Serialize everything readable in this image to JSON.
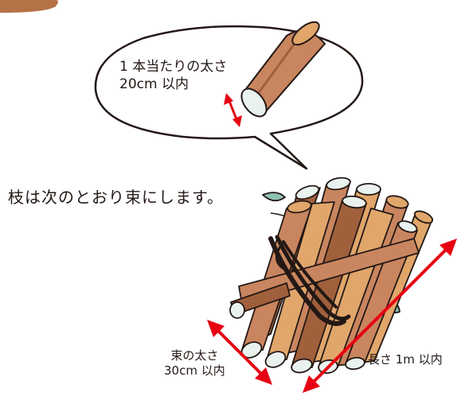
{
  "bubble": {
    "line1": "1 本当たりの太さ",
    "line2": "20cm 以内"
  },
  "heading": "枝は次のとおり束にします。",
  "bundle_width": {
    "line1": "束の太さ",
    "line2": "30cm 以内"
  },
  "length_label": "長さ 1m 以内",
  "colors": {
    "arrow": "#e60012",
    "branch_brown": "#c9855f",
    "branch_dark": "#a0603c",
    "branch_light": "#e0a66a",
    "branch_cut": "#e9f2ee",
    "leaf": "#8fc1b1",
    "cord": "#231815",
    "tab": "#b57246"
  },
  "icons": [
    "single-branch-icon",
    "size-arrow-icon",
    "branch-bundle-icon",
    "leaf-icon",
    "cord-icon"
  ]
}
